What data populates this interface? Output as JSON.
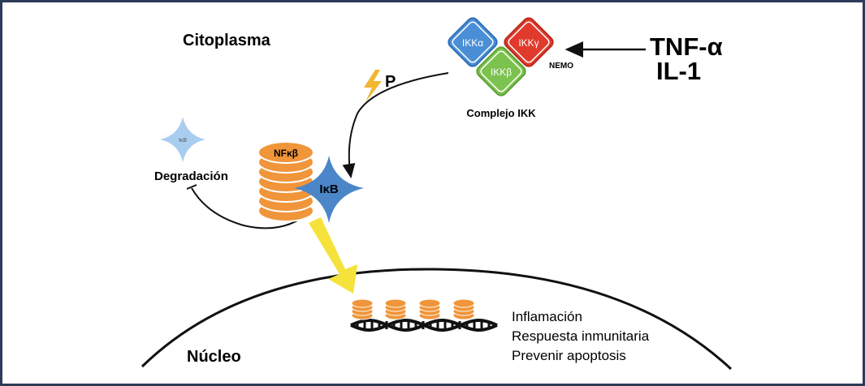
{
  "labels": {
    "cytoplasm": "Citoplasma",
    "nucleus": "Núcleo",
    "ikk_alpha": "IKKα",
    "ikk_gamma": "IKKγ",
    "ikk_beta": "IKKβ",
    "nemo": "NEMO",
    "ikk_complex": "Complejo IKK",
    "tnf": "TNF-α",
    "il1": "IL-1",
    "phosphate": "P",
    "ikb_small": "IκB",
    "degradation": "Degradación",
    "nfkb": "NFκβ",
    "ikb": "IκB"
  },
  "outcomes": [
    "Inflamación",
    "Respuesta inmunitaria",
    "Prevenir apoptosis"
  ],
  "colors": {
    "frame": "#2c3b58",
    "ikk_alpha": "#4a8fd6",
    "ikk_gamma": "#e03a2c",
    "ikk_beta": "#7cc24e",
    "nfkb": "#f0953a",
    "ikb": "#4a86c8",
    "ikb_degraded": "#a9cdee",
    "lightning": "#f2b632",
    "translocation_arrow": "#f5e23a"
  }
}
